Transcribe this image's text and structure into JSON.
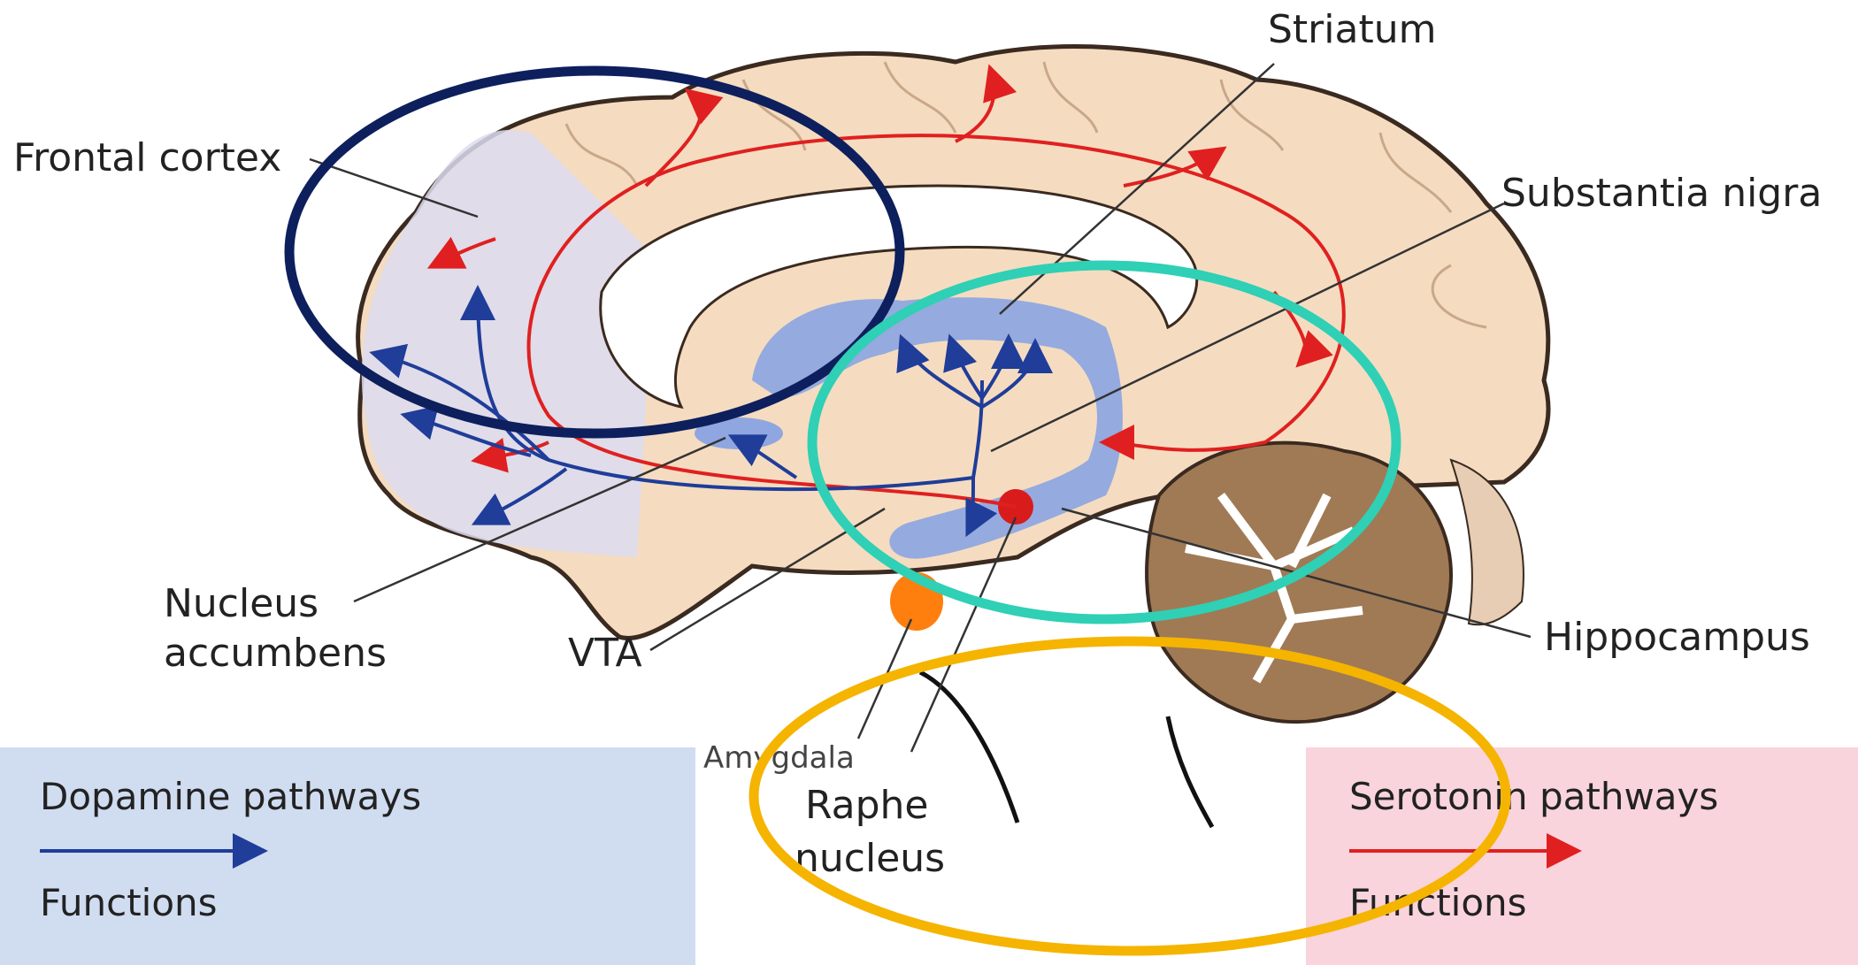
{
  "labels": {
    "frontal_cortex": "Frontal cortex",
    "striatum": "Striatum",
    "substantia_nigra": "Substantia nigra",
    "nucleus_line1": "Nucleus",
    "nucleus_line2": "accumbens",
    "vta": "VTA",
    "amygdala": "Amygdala",
    "raphe_line1": "Raphe",
    "raphe_line2": "nucleus",
    "hippocampus": "Hippocampus"
  },
  "legend": {
    "dopamine": {
      "title": "Dopamine pathways",
      "functions": "Functions",
      "color": "#1f3d99",
      "bg": "#d0dcf0"
    },
    "serotonin": {
      "title": "Serotonin pathways",
      "functions": "Functions",
      "color": "#e02020",
      "bg": "#f9d4dc"
    }
  },
  "highlights": {
    "navy": "#0d1f5c",
    "teal": "#2fd0b5",
    "gold": "#f5b400"
  },
  "colors": {
    "brain": "#f5dcc0",
    "brain_outline": "#3a2a20",
    "frontal_tint": "#dcdcf0",
    "striatum_blue": "#8fa6e0",
    "cerebellum": "#a07a55",
    "amygdala_orange": "#ff7f0e",
    "raphe_red": "#d81b1b"
  }
}
